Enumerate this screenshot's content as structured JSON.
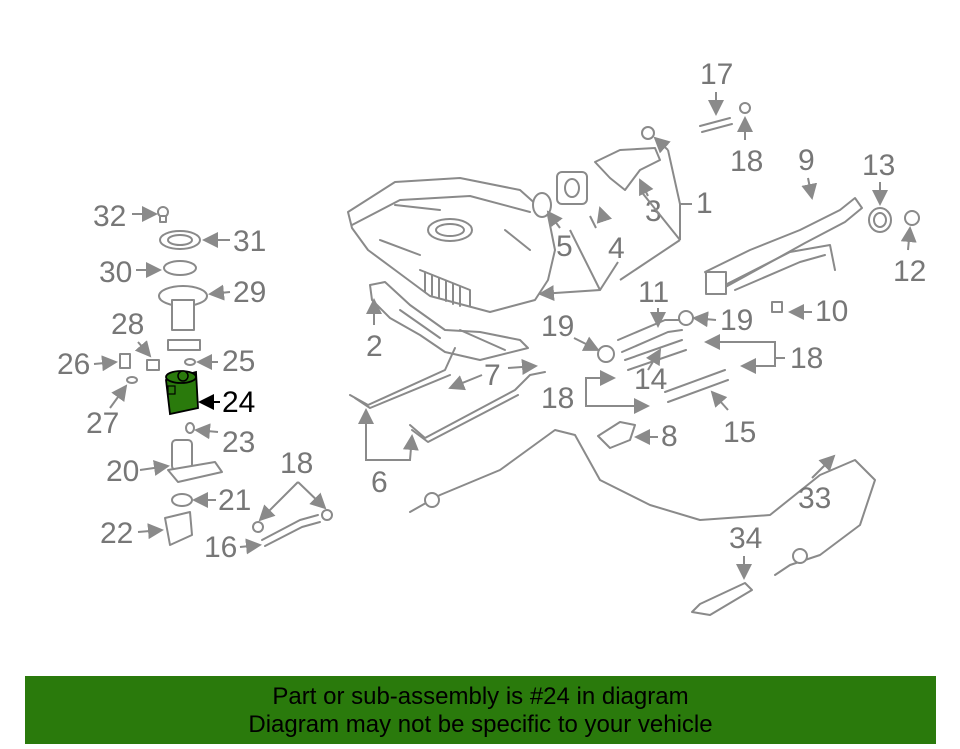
{
  "diagram": {
    "highlight_color": "#2a7a0c",
    "highlighted_part": "24",
    "callouts": [
      "1",
      "2",
      "3",
      "4",
      "5",
      "6",
      "7",
      "8",
      "9",
      "10",
      "11",
      "12",
      "13",
      "14",
      "15",
      "16",
      "17",
      "18",
      "19",
      "20",
      "21",
      "22",
      "23",
      "24",
      "25",
      "26",
      "27",
      "28",
      "29",
      "30",
      "31",
      "32",
      "33",
      "34"
    ]
  },
  "banner": {
    "line1": "Part or sub-assembly is #24 in diagram",
    "line2": "Diagram may not be specific to your vehicle",
    "background": "#2a7a0c"
  }
}
